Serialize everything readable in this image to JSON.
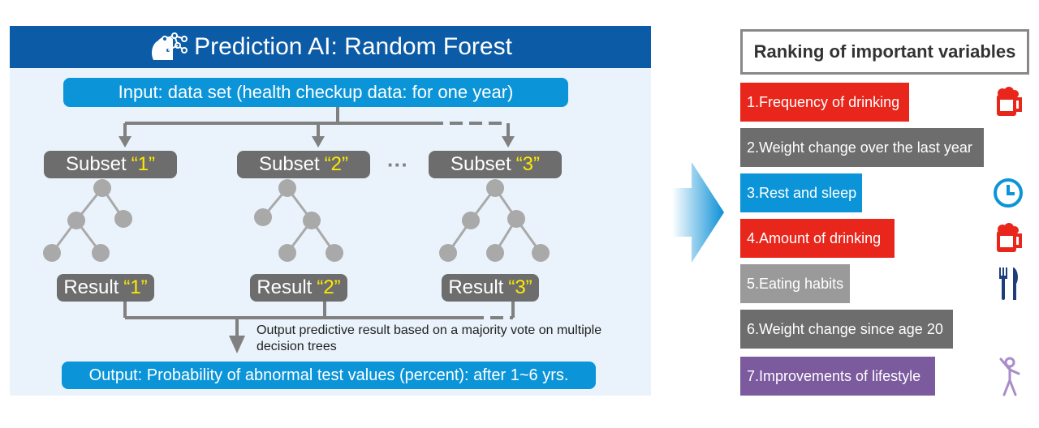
{
  "title": "Prediction AI: Random Forest",
  "input_label": "Input: data set (health checkup data: for one year)",
  "subsets": [
    {
      "prefix": "Subset",
      "num": "“1”"
    },
    {
      "prefix": "Subset",
      "num": "“2”"
    },
    {
      "prefix": "Subset",
      "num": "“3”"
    }
  ],
  "results": [
    {
      "prefix": "Result",
      "num": "“1”"
    },
    {
      "prefix": "Result",
      "num": "“2”"
    },
    {
      "prefix": "Result",
      "num": "“3”"
    }
  ],
  "ellipsis": "···",
  "vote_note": "Output predictive result based on a majority vote on multiple decision trees",
  "output_label": "Output: Probability of abnormal test values (percent): after 1~6 yrs.",
  "ranking": {
    "title": "Ranking of important variables",
    "items": [
      {
        "label": "1.Frequency of drinking",
        "color": "#e8261c",
        "icon": "beer-mug-icon"
      },
      {
        "label": "2.Weight change over the last year",
        "color": "#6d6d6d",
        "icon": ""
      },
      {
        "label": "3.Rest and sleep",
        "color": "#0b95d8",
        "icon": "clock-icon"
      },
      {
        "label": "4.Amount of drinking",
        "color": "#e8261c",
        "icon": "beer-mug-icon"
      },
      {
        "label": "5.Eating habits",
        "color": "#9a9a9a",
        "icon": "fork-knife-icon"
      },
      {
        "label": "6.Weight change since age 20",
        "color": "#6d6d6d",
        "icon": ""
      },
      {
        "label": "7.Improvements of lifestyle",
        "color": "#7b5a9e",
        "icon": "exercise-person-icon"
      }
    ]
  },
  "colors": {
    "title_bar": "#0b5ba6",
    "panel": "#eaf3fb",
    "blue_pill": "#0b95d8",
    "gray_pill": "#6d6d6d",
    "quote_yellow": "#ffea00",
    "connector": "#808080",
    "node": "#a9a9a9",
    "arrow": "#0b8fd6"
  }
}
